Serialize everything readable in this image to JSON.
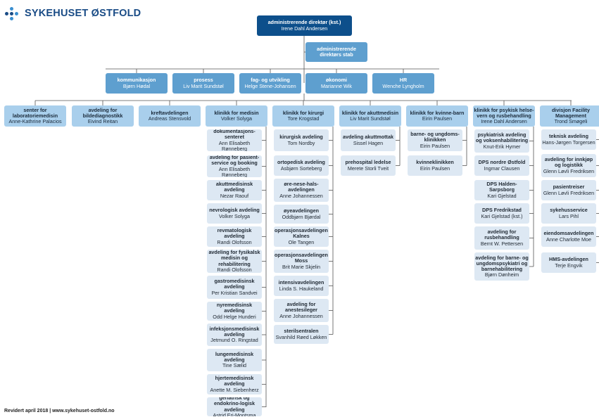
{
  "logo": {
    "text": "SYKEHUSET ØSTFOLD"
  },
  "footer": {
    "text": "Revidert april 2018 | www.sykehuset-ostfold.no"
  },
  "ceo": {
    "title": "administrerende direktør (kst.)",
    "person": "Irene Dahl Andersen"
  },
  "ceo_staff": {
    "title": "administrerende direktørs stab"
  },
  "staff": [
    {
      "title": "kommunikasjon",
      "person": "Bjørn Hødal"
    },
    {
      "title": "prosess",
      "person": "Liv Marit Sundstøl"
    },
    {
      "title": "fag- og utvikling",
      "person": "Helge Stene-Johansen"
    },
    {
      "title": "økonomi",
      "person": "Marianne Wik"
    },
    {
      "title": "HR",
      "person": "Wenche Lyngholm"
    }
  ],
  "units": [
    {
      "title": "senter for laboratoriemedisin",
      "person": "Anne-Kathrine Palacios",
      "children": []
    },
    {
      "title": "avdeling for bildediagnostikk",
      "person": "Eivind Reitan",
      "children": []
    },
    {
      "title": "kreftavdelingen",
      "person": "Andreas Stensvold",
      "children": []
    },
    {
      "title": "klinikk for medisin",
      "person": "Volker Solyga",
      "children": [
        {
          "title": "dokumentasjons-senteret",
          "person": "Ann Elisabeth Rønneberg"
        },
        {
          "title": "avdeling for pasient-service og booking",
          "person": "Ann Elisabeth Rønneberg"
        },
        {
          "title": "akuttmedisinsk avdeling",
          "person": "Nezar Raouf"
        },
        {
          "title": "nevrologisk avdeling",
          "person": "Volker Solyga"
        },
        {
          "title": "revmatologisk avdeling",
          "person": "Randi Olofsson"
        },
        {
          "title": "avdeling for fysikalsk medisin og rehabilitering",
          "person": "Randi Olofsson"
        },
        {
          "title": "gastromedisinsk avdeling",
          "person": "Per Kristian Sandvei"
        },
        {
          "title": "nyremedisinsk avdeling",
          "person": "Odd Helge Hunderi"
        },
        {
          "title": "infeksjonsmedisinsk avdeling",
          "person": "Jetmund O. Ringstad"
        },
        {
          "title": "lungemedisinsk avdeling",
          "person": "Tine Sælid"
        },
        {
          "title": "hjertemedisinsk avdeling",
          "person": "Anette M. Siebenherz"
        },
        {
          "title": "geriatrisk og endokrino-logisk avdeling",
          "person": "Astrid Eri-Montsma"
        }
      ]
    },
    {
      "title": "klinikk for kirurgi",
      "person": "Tore Krogstad",
      "children": [
        {
          "title": "kirurgisk avdeling",
          "person": "Tom Nordby"
        },
        {
          "title": "ortopedisk avdeling",
          "person": "Asbjørn Sorteberg"
        },
        {
          "title": "øre-nese-hals-avdelingen",
          "person": "Anne Johannessen"
        },
        {
          "title": "øyeavdelingen",
          "person": "Oddbjørn Bjørdal"
        },
        {
          "title": "operasjonsavdelingen Kalnes",
          "person": "Ole Tangen"
        },
        {
          "title": "operasjonsavdelingen Moss",
          "person": "Brit Marie Skjelin"
        },
        {
          "title": "intensivavdelingen",
          "person": "Linda S. Haukeland"
        },
        {
          "title": "avdeling for anestesileger",
          "person": "Anne Johannessen"
        },
        {
          "title": "sterilsentralen",
          "person": "Svanhild Røed Løkken"
        }
      ]
    },
    {
      "title": "klinikk for akuttmedisin",
      "person": "Liv Marit Sundstøl",
      "children": [
        {
          "title": "avdeling akuttmottak",
          "person": "Sissel Hagen"
        },
        {
          "title": "prehospital ledelse",
          "person": "Merete Storli Tveit"
        }
      ]
    },
    {
      "title": "klinikk for kvinne-barn",
      "person": "Eirin Paulsen",
      "children": [
        {
          "title": "barne- og ungdoms-klinikken",
          "person": "Eirin Paulsen"
        },
        {
          "title": "kvinneklinikken",
          "person": "Eirin Paulsen"
        }
      ]
    },
    {
      "title": "klinikk for psykisk helse-vern og rusbehandling",
      "person": "Irene Dahl Andersen",
      "children": [
        {
          "title": "psykiatrisk avdeling og voksenhabilitering",
          "person": "Knut-Erik Hymer"
        },
        {
          "title": "DPS nordre Østfold",
          "person": "Ingmar Clausen"
        },
        {
          "title": "DPS Halden-Sarpsborg",
          "person": "Kari Gjelstad"
        },
        {
          "title": "DPS Fredrikstad",
          "person": "Kari Gjelstad (kst.)"
        },
        {
          "title": "avdeling for rusbehandling",
          "person": "Bernt W. Pettersen"
        },
        {
          "title": "avdeling for barne- og ungdomspsykiatri og barnehabilitering",
          "person": "Bjørn Dønheim"
        }
      ]
    },
    {
      "title": "divisjon Facility Management",
      "person": "Trond Smøgeli",
      "children": [
        {
          "title": "teknisk avdeling",
          "person": "Hans-Jørgen Torgersen"
        },
        {
          "title": "avdeling for innkjøp og logistikk",
          "person": "Glenn Løvli Fredriksen"
        },
        {
          "title": "pasientreiser",
          "person": "Glenn Løvli Fredriksen"
        },
        {
          "title": "sykehusservice",
          "person": "Lars Pihl"
        },
        {
          "title": "eiendomsavdelingen",
          "person": "Anne Charlotte Moe"
        },
        {
          "title": "HMS-avdelingen",
          "person": "Terje Engvik"
        }
      ]
    }
  ]
}
